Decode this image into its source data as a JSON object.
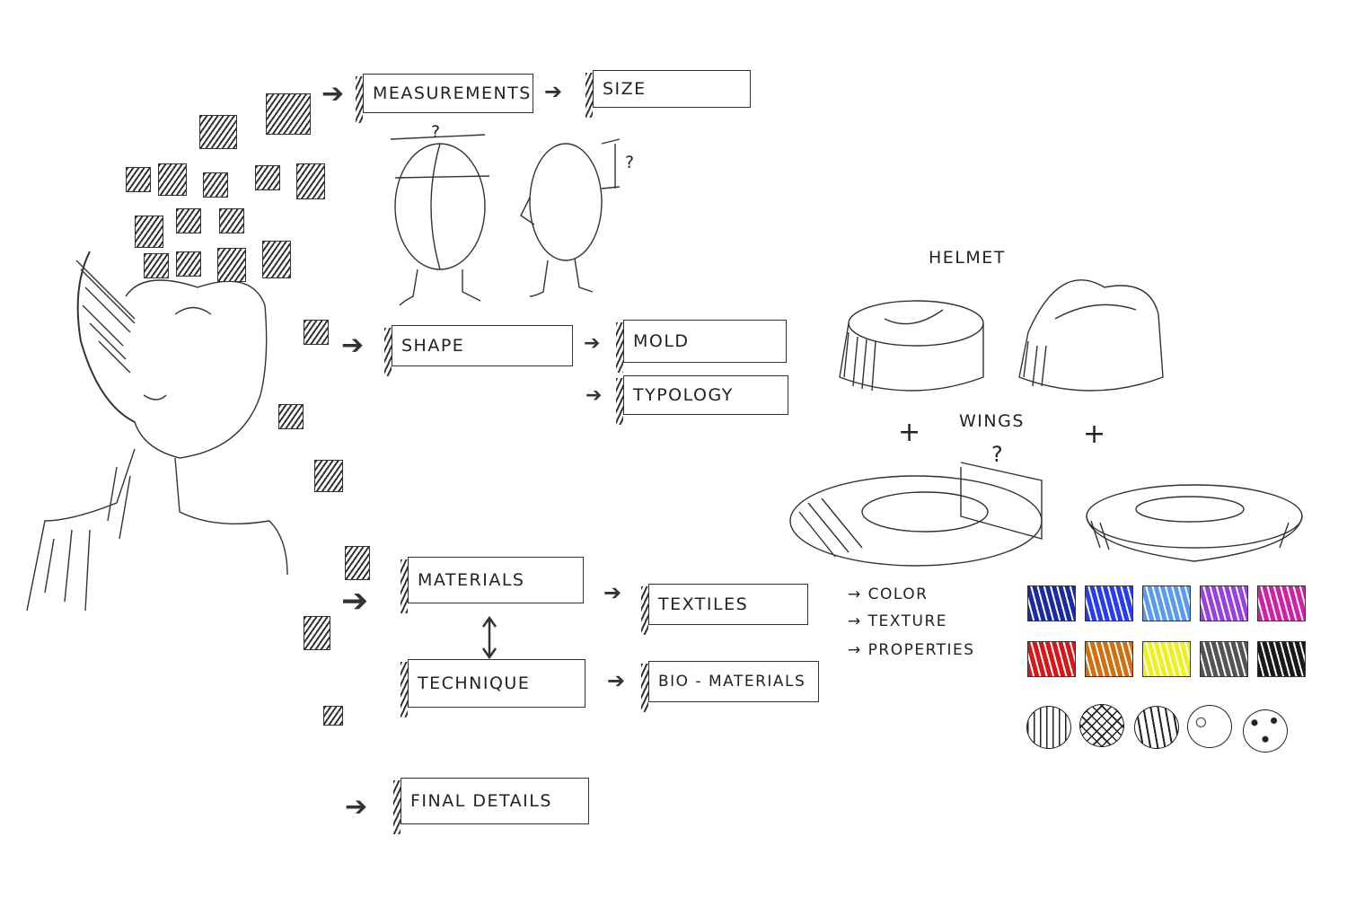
{
  "flow": {
    "measurements": "MEASUREMENTS",
    "size": "SIZE",
    "shape": "SHAPE",
    "mold": "MOLD",
    "typology": "TYPOLOGY",
    "materials": "MATERIALS",
    "textiles": "TEXTILES",
    "technique": "TECHNIQUE",
    "bio_materials": "BIO - MATERIALS",
    "final_details": "FINAL DETAILS"
  },
  "annotations": {
    "question": "?",
    "helmet": "HELMET",
    "wings": "WINGS",
    "plus": "+"
  },
  "material_props": [
    "→ COLOR",
    "→ TEXTURE",
    "→ PROPERTIES"
  ],
  "swatches": {
    "colors": [
      "#1a2aa0",
      "#2a3cf0",
      "#5a9af0",
      "#9a40e0",
      "#d020a8",
      "#d81818",
      "#d07010",
      "#f0f020",
      "#555555",
      "#1a1a1a"
    ]
  }
}
